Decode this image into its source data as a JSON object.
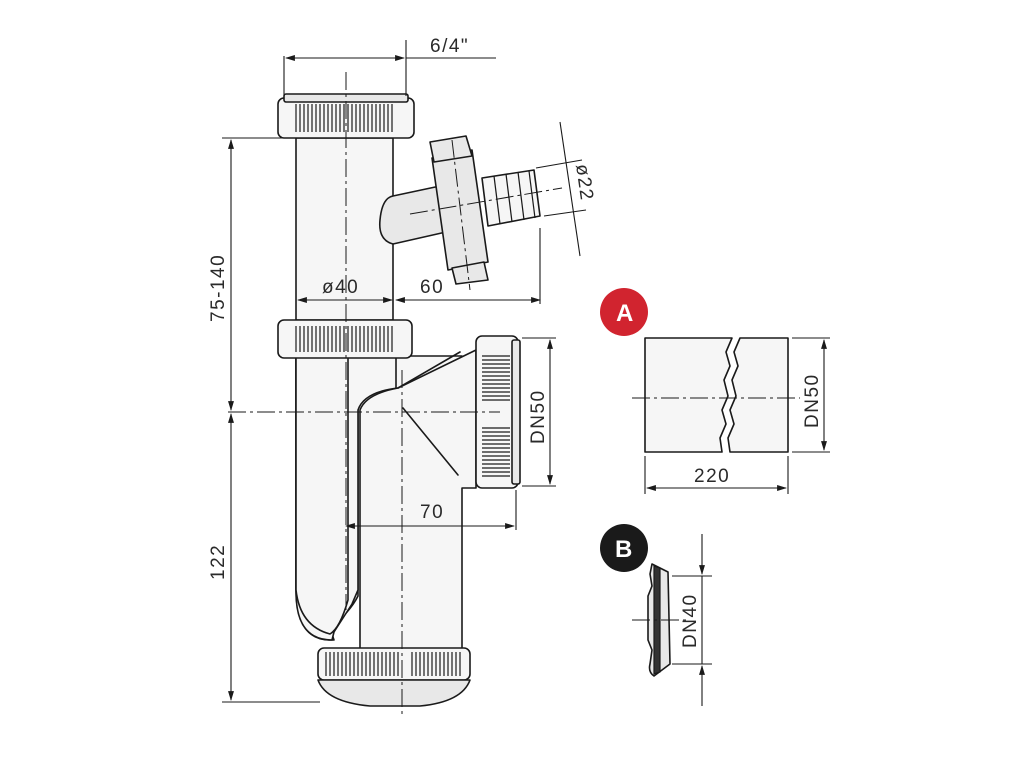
{
  "dimensions": {
    "top_width": "6/4\"",
    "height_range": "75-140",
    "hose_diameter": "ø22",
    "pipe_diameter": "ø40",
    "hose_offset": "60",
    "outlet_dn": "DN50",
    "outlet_offset": "70",
    "bottom_height": "122"
  },
  "detail_a": {
    "badge": "A",
    "badge_color": "#d1242f",
    "length": "220",
    "size": "DN50"
  },
  "detail_b": {
    "badge": "B",
    "badge_color": "#1a1a1a",
    "size": "DN40"
  }
}
